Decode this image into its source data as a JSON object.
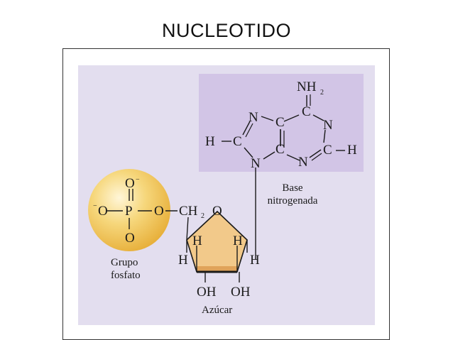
{
  "title": "NUCLEOTIDO",
  "colors": {
    "panel_background": "#e3deef",
    "base_box": "#d2c5e6",
    "phosphate_sphere": "#f3c75a",
    "sugar_ring": "#f2c98a",
    "sugar_bottom_edge": "#e0a35a"
  },
  "base": {
    "amino_group": "NH",
    "amino_sub": "2",
    "atoms": {
      "n7": "N",
      "c5": "C",
      "c6": "C",
      "n1": "N",
      "c8": "C",
      "h8": "H",
      "c4": "C",
      "n3": "N",
      "c2": "C",
      "h2": "H",
      "n9": "N"
    },
    "label_line1": "Base",
    "label_line2": "nitrogenada"
  },
  "phosphate": {
    "top_oxygen": "O",
    "top_charge": "−",
    "left_oxygen": "O",
    "left_charge": "−",
    "phosphorus": "P",
    "bridge_oxygen": "O",
    "bottom_oxygen": "O",
    "label_line1": "Grupo",
    "label_line2": "fosfato"
  },
  "sugar": {
    "ch2": "CH",
    "ch2_sub": "2",
    "ring_oxygen": "O",
    "h_top_left": "H",
    "h_top_right": "H",
    "h_left": "H",
    "h_right": "H",
    "oh_left": "OH",
    "oh_right": "OH",
    "label": "Azúcar"
  }
}
